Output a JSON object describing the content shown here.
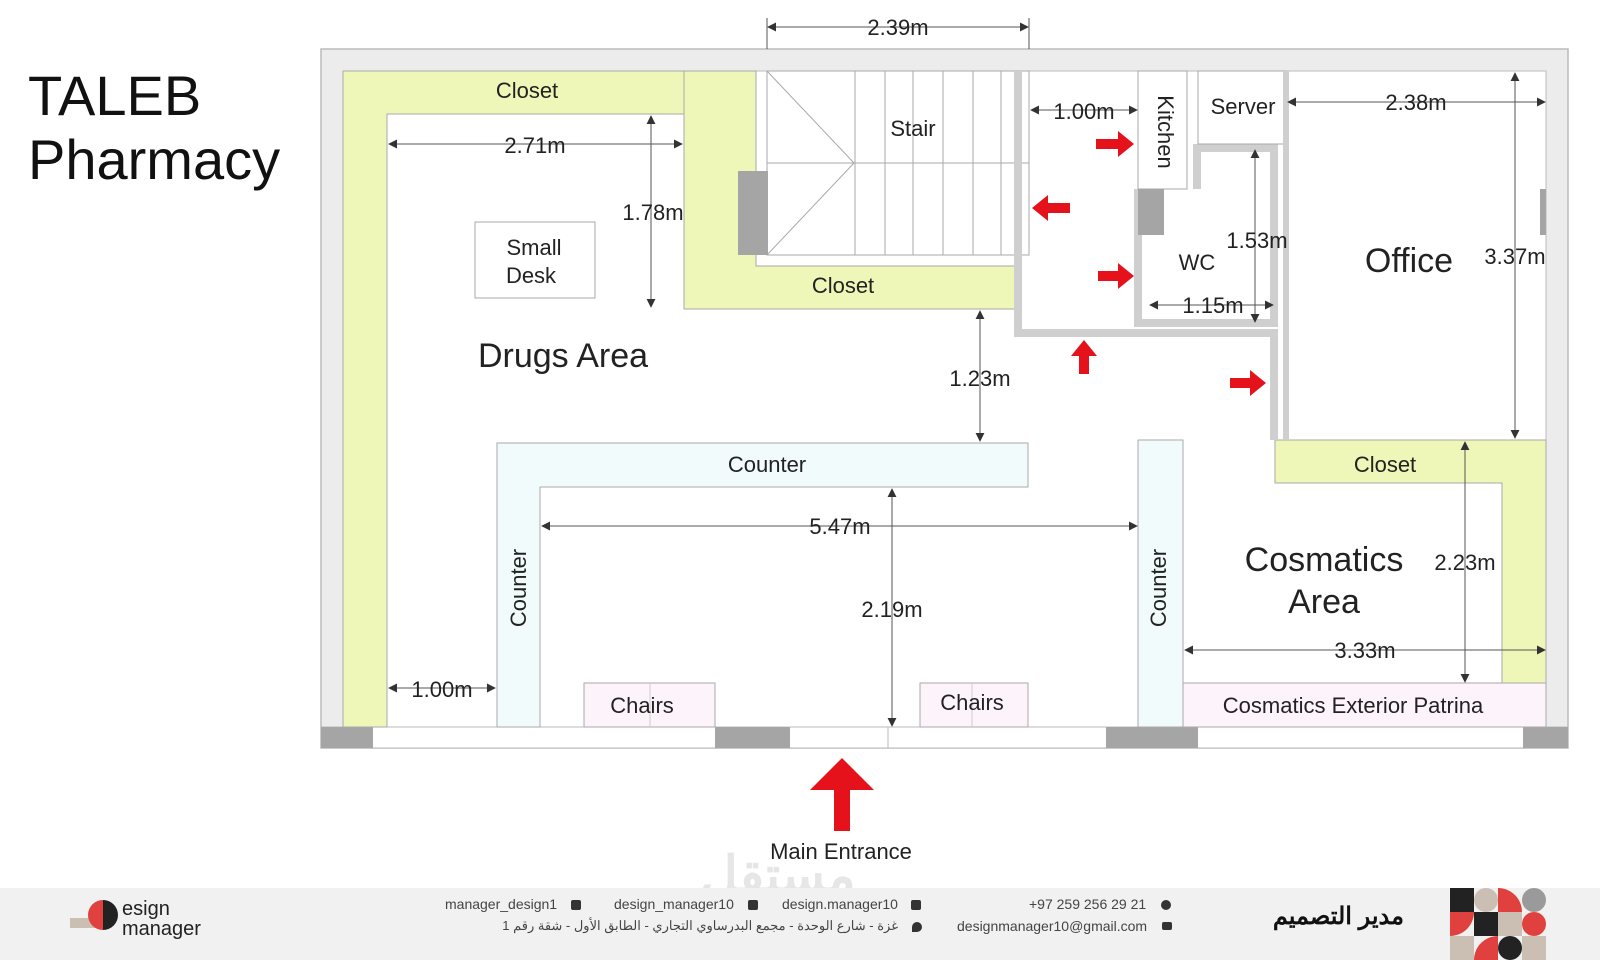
{
  "title": {
    "line1": "TALEB",
    "line2": "Pharmacy"
  },
  "rooms": {
    "closet_top_left": "Closet",
    "stair": "Stair",
    "kitchen": "Kitchen",
    "server": "Server",
    "small_desk_1": "Small",
    "small_desk_2": "Desk",
    "closet_mid": "Closet",
    "wc": "WC",
    "office": "Office",
    "drugs_area": "Drugs Area",
    "counter_top": "Counter",
    "counter_left": "Counter",
    "counter_right": "Counter",
    "closet_right": "Closet",
    "cosmatics_1": "Cosmatics",
    "cosmatics_2": "Area",
    "chairs_left": "Chairs",
    "chairs_right": "Chairs",
    "patrina": "Cosmatics Exterior Patrina",
    "main_entrance": "Main Entrance"
  },
  "dimensions": {
    "top_width": "2.39m",
    "drugs_width": "2.71m",
    "drugs_height": "1.78m",
    "corridor_width": "1.00m",
    "office_width": "2.38m",
    "wc_height": "1.53m",
    "office_height": "3.37m",
    "wc_width": "1.15m",
    "aisle": "1.23m",
    "counter_span": "5.47m",
    "entrance_depth": "2.19m",
    "cosm_height": "2.23m",
    "cosm_width": "3.33m",
    "left_gap": "1.00m"
  },
  "colors": {
    "closet": "#eef7b8",
    "counter": "#f2fbfc",
    "chairs": "#fdf3fb",
    "wall": "#ececec",
    "arrow": "#e6121b"
  },
  "footer": {
    "logo_line1": "esign",
    "logo_line2": "manager",
    "twitter": "manager_design1",
    "instagram": "design_manager10",
    "facebook": "design.manager10",
    "phone": "+97 259 256 29 21",
    "email": "designmanager10@gmail.com",
    "address": "غزة - شارع الوحدة - مجمع البدرساوي التجاري - الطابق الأول - شقة رقم 1",
    "brand_ar": "مدير التصميم",
    "watermark": "مستقل"
  }
}
